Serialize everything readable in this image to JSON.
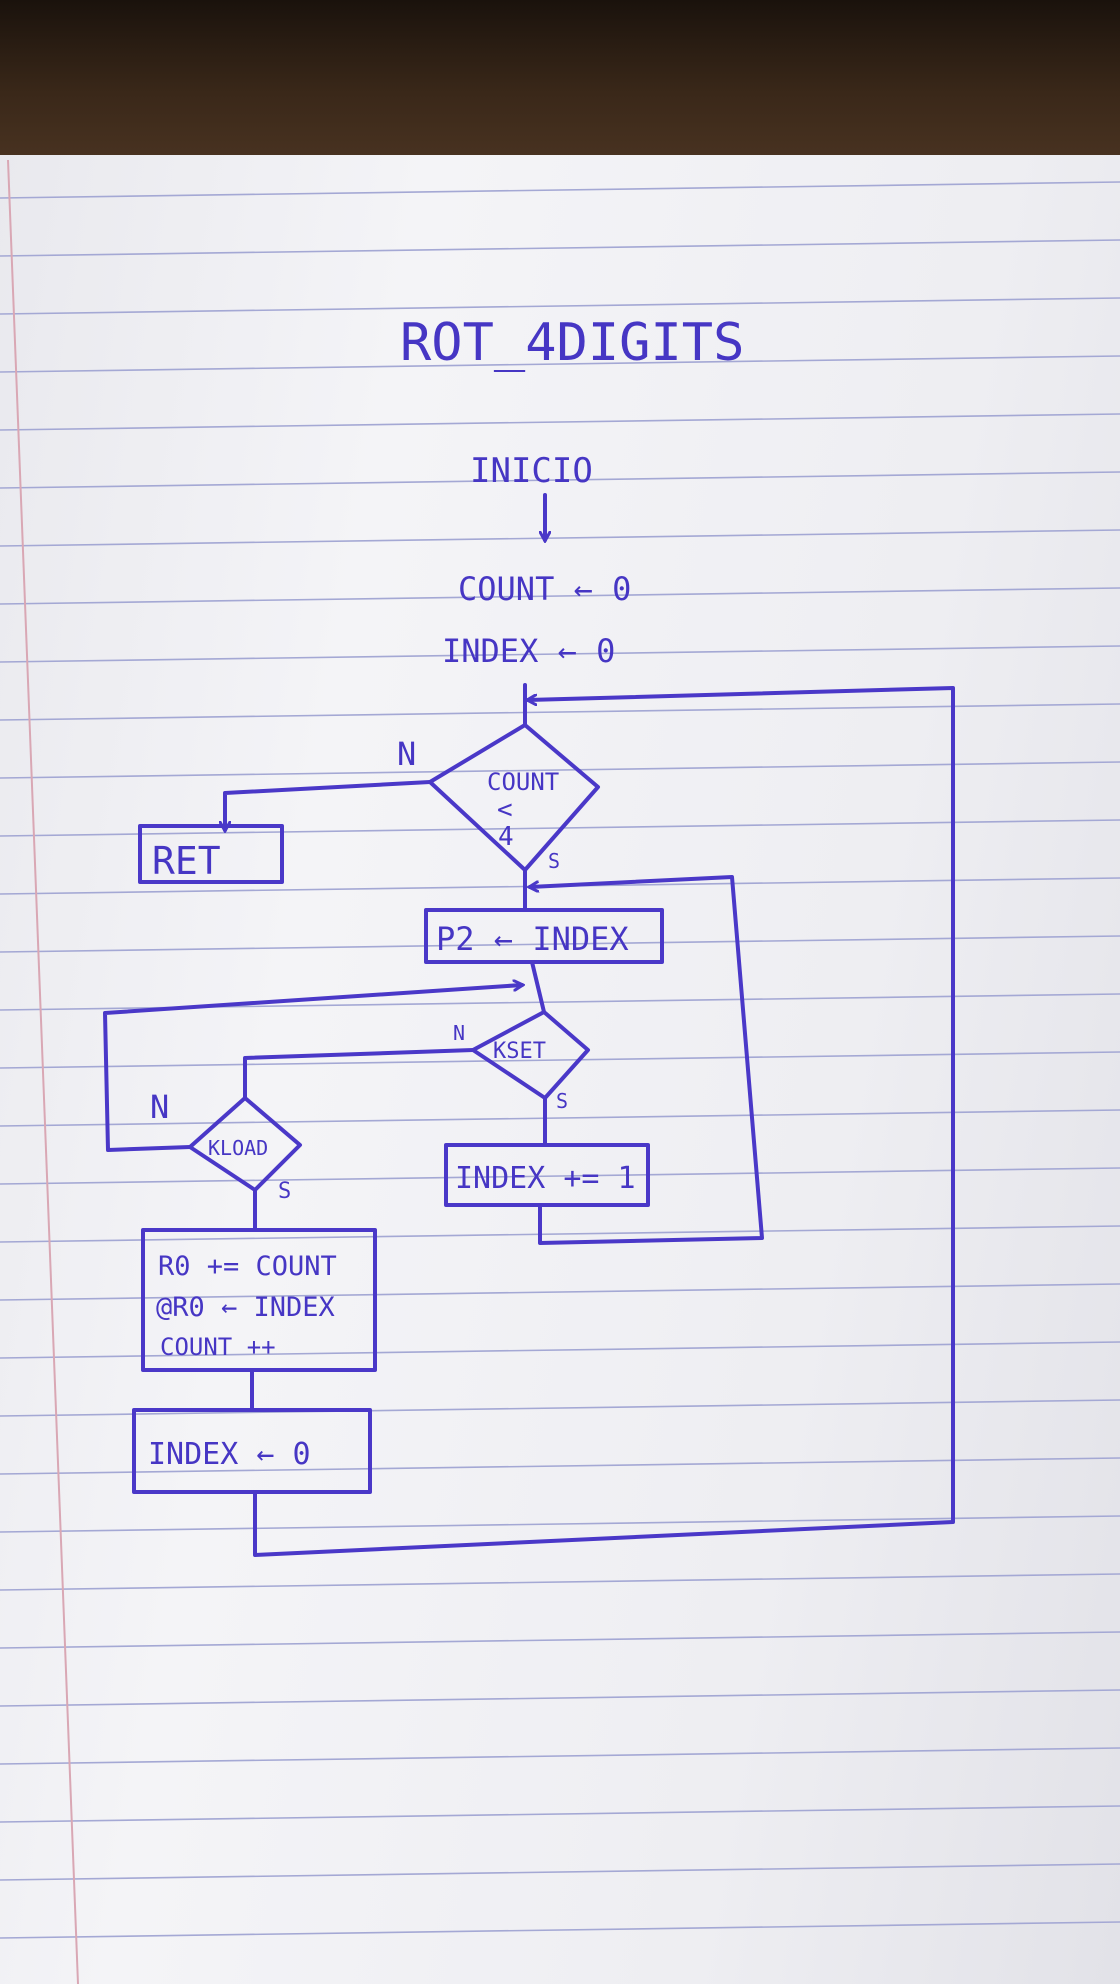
{
  "title": "ROT_4DIGITS",
  "start_label": "INICIO",
  "init": [
    "COUNT ← 0",
    "INDEX ← 0"
  ],
  "decision_count": {
    "line1": "COUNT",
    "line2": "<",
    "line3": "4",
    "yes": "S",
    "no": "N"
  },
  "ret_label": "RET",
  "p2_label": "P2 ← INDEX",
  "decision_kset": {
    "label": "KSET",
    "yes": "S",
    "no": "N"
  },
  "index_inc_label": "INDEX += 1",
  "decision_kload": {
    "label": "KLOAD",
    "yes": "S",
    "no": "N"
  },
  "process_block": [
    "R0 += COUNT",
    "@R0 ← INDEX",
    "COUNT ++"
  ],
  "index_reset_label": "INDEX ← 0",
  "colors": {
    "ink": "#4a38c8",
    "paper": "#f0f0f4",
    "rule": "#a4a8d4",
    "margin": "#d9a7b4"
  }
}
